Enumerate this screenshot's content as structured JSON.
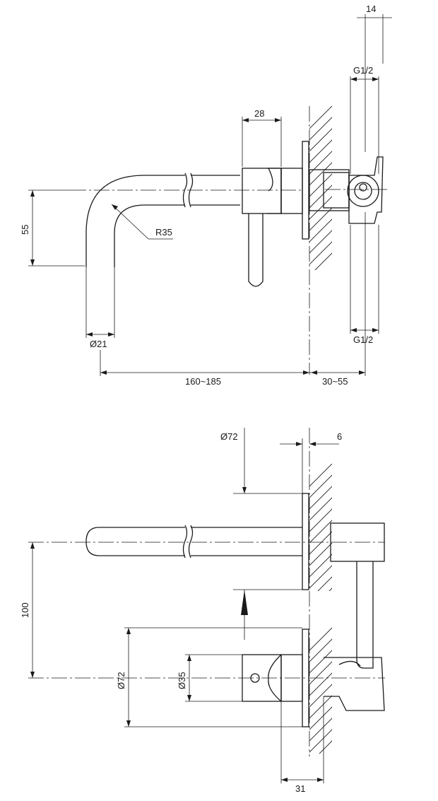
{
  "top_view": {
    "dims": {
      "d14": "14",
      "g12_top": "G1/2",
      "d28": "28",
      "d55": "55",
      "r35": "R35",
      "dia21": "Ø21",
      "d160_185": "160~185",
      "d30_55": "30~55",
      "g12_bottom": "G1/2"
    }
  },
  "front_view": {
    "dims": {
      "dia72_top": "Ø72",
      "d6": "6",
      "d100": "100",
      "dia72_left": "Ø72",
      "dia35": "Ø35",
      "d31": "31"
    }
  }
}
